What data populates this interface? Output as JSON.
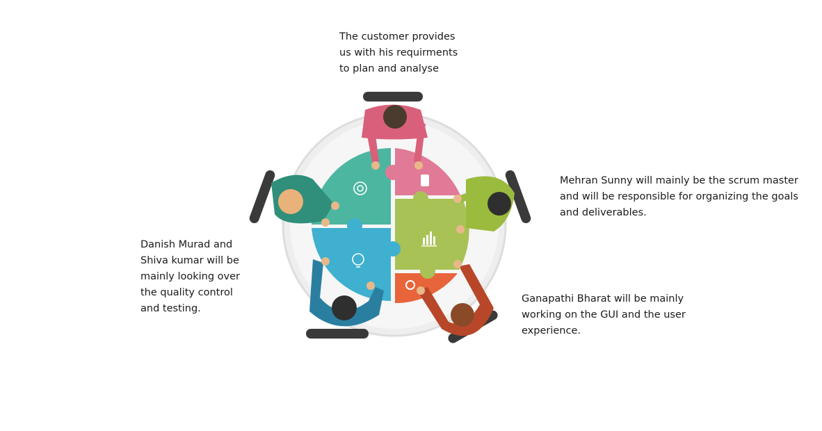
{
  "captions": {
    "top": "The customer provides\nus with his requirments\nto plan and analyse",
    "right": "Mehran Sunny will mainly be the scrum master\nand will be responsible for organizing the goals\nand deliverables.",
    "left": "Danish Murad and\nShiva kumar will be\nmainly looking over\nthe quality control\nand testing.",
    "bottom": "Ganapathi Bharat will be mainly\nworking on the GUI and the user\nexperience."
  },
  "colors": {
    "teal": "#4db6a0",
    "pink": "#e07a96",
    "green": "#a8c255",
    "blue": "#3fb0cf",
    "orange": "#e8643a",
    "table_ring": "#dcdcdc",
    "chair": "#3a3a3a"
  },
  "icons": [
    "target-icon",
    "phone-icon",
    "bar-chart-icon",
    "lightbulb-icon",
    "gear-icon"
  ]
}
